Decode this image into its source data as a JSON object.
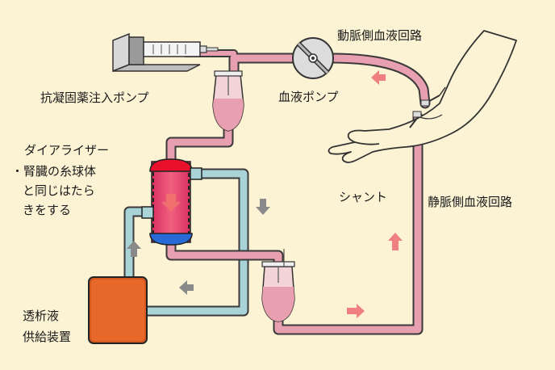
{
  "labels": {
    "anticoagulant_pump": "抗凝固薬注入ポンプ",
    "blood_pump": "血液ポンプ",
    "arterial_circuit": "動脈側血液回路",
    "venous_circuit": "静脈側血液回路",
    "shunt": "シャント",
    "dialyzer_title": "ダイアライザー",
    "dialyzer_desc_1": "・腎臓の糸球体",
    "dialyzer_desc_2": "と同じはたら",
    "dialyzer_desc_3": "きをする",
    "supply_1": "透析液",
    "supply_2": "供給装置"
  },
  "colors": {
    "background": "#fbf3d4",
    "blood_tube": "#e8a0b0",
    "dialysate_tube": "#a8d4d8",
    "tube_outline": "#3a3a3a",
    "blood_arrow": "#f08080",
    "dialysate_arrow": "#8a8a8a",
    "dialyzer_body": "#e8486a",
    "dialyzer_cap_top": "#e8102a",
    "dialyzer_cap_bottom": "#2a6ad8",
    "supply_unit": "#e8682a"
  },
  "icons": [
    "syringe-pump-icon",
    "roller-pump-icon",
    "drip-chamber-icon",
    "arm-icon",
    "dialyzer-icon",
    "supply-unit-icon"
  ]
}
